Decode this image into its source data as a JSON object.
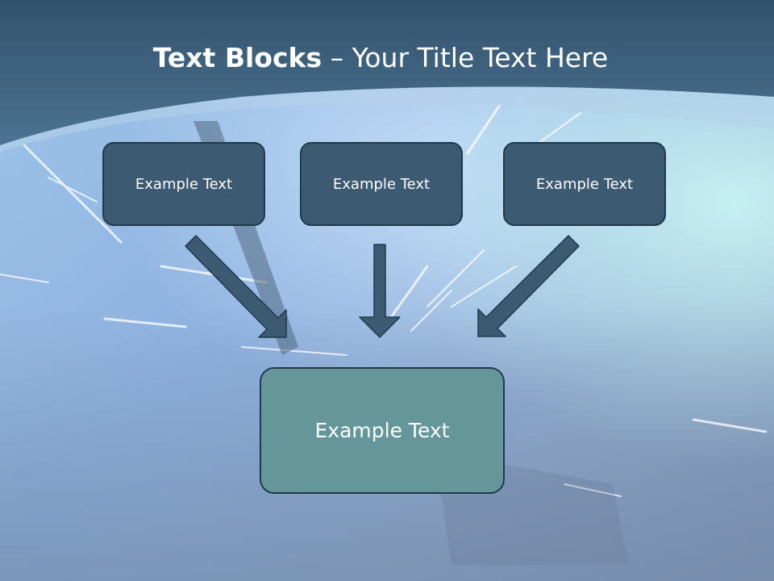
{
  "slide": {
    "title_bold": "Text Blocks",
    "title_rest": " – Your Title Text Here"
  },
  "blocks": [
    {
      "label": "Example Text"
    },
    {
      "label": "Example Text"
    },
    {
      "label": "Example Text"
    }
  ],
  "target": {
    "label": "Example Text"
  },
  "colors": {
    "header": "#3e627e",
    "small_box": "#3d5a73",
    "big_box": "#65979a",
    "arrow_fill": "#3d5a73",
    "outline": "#1f3a4d"
  }
}
